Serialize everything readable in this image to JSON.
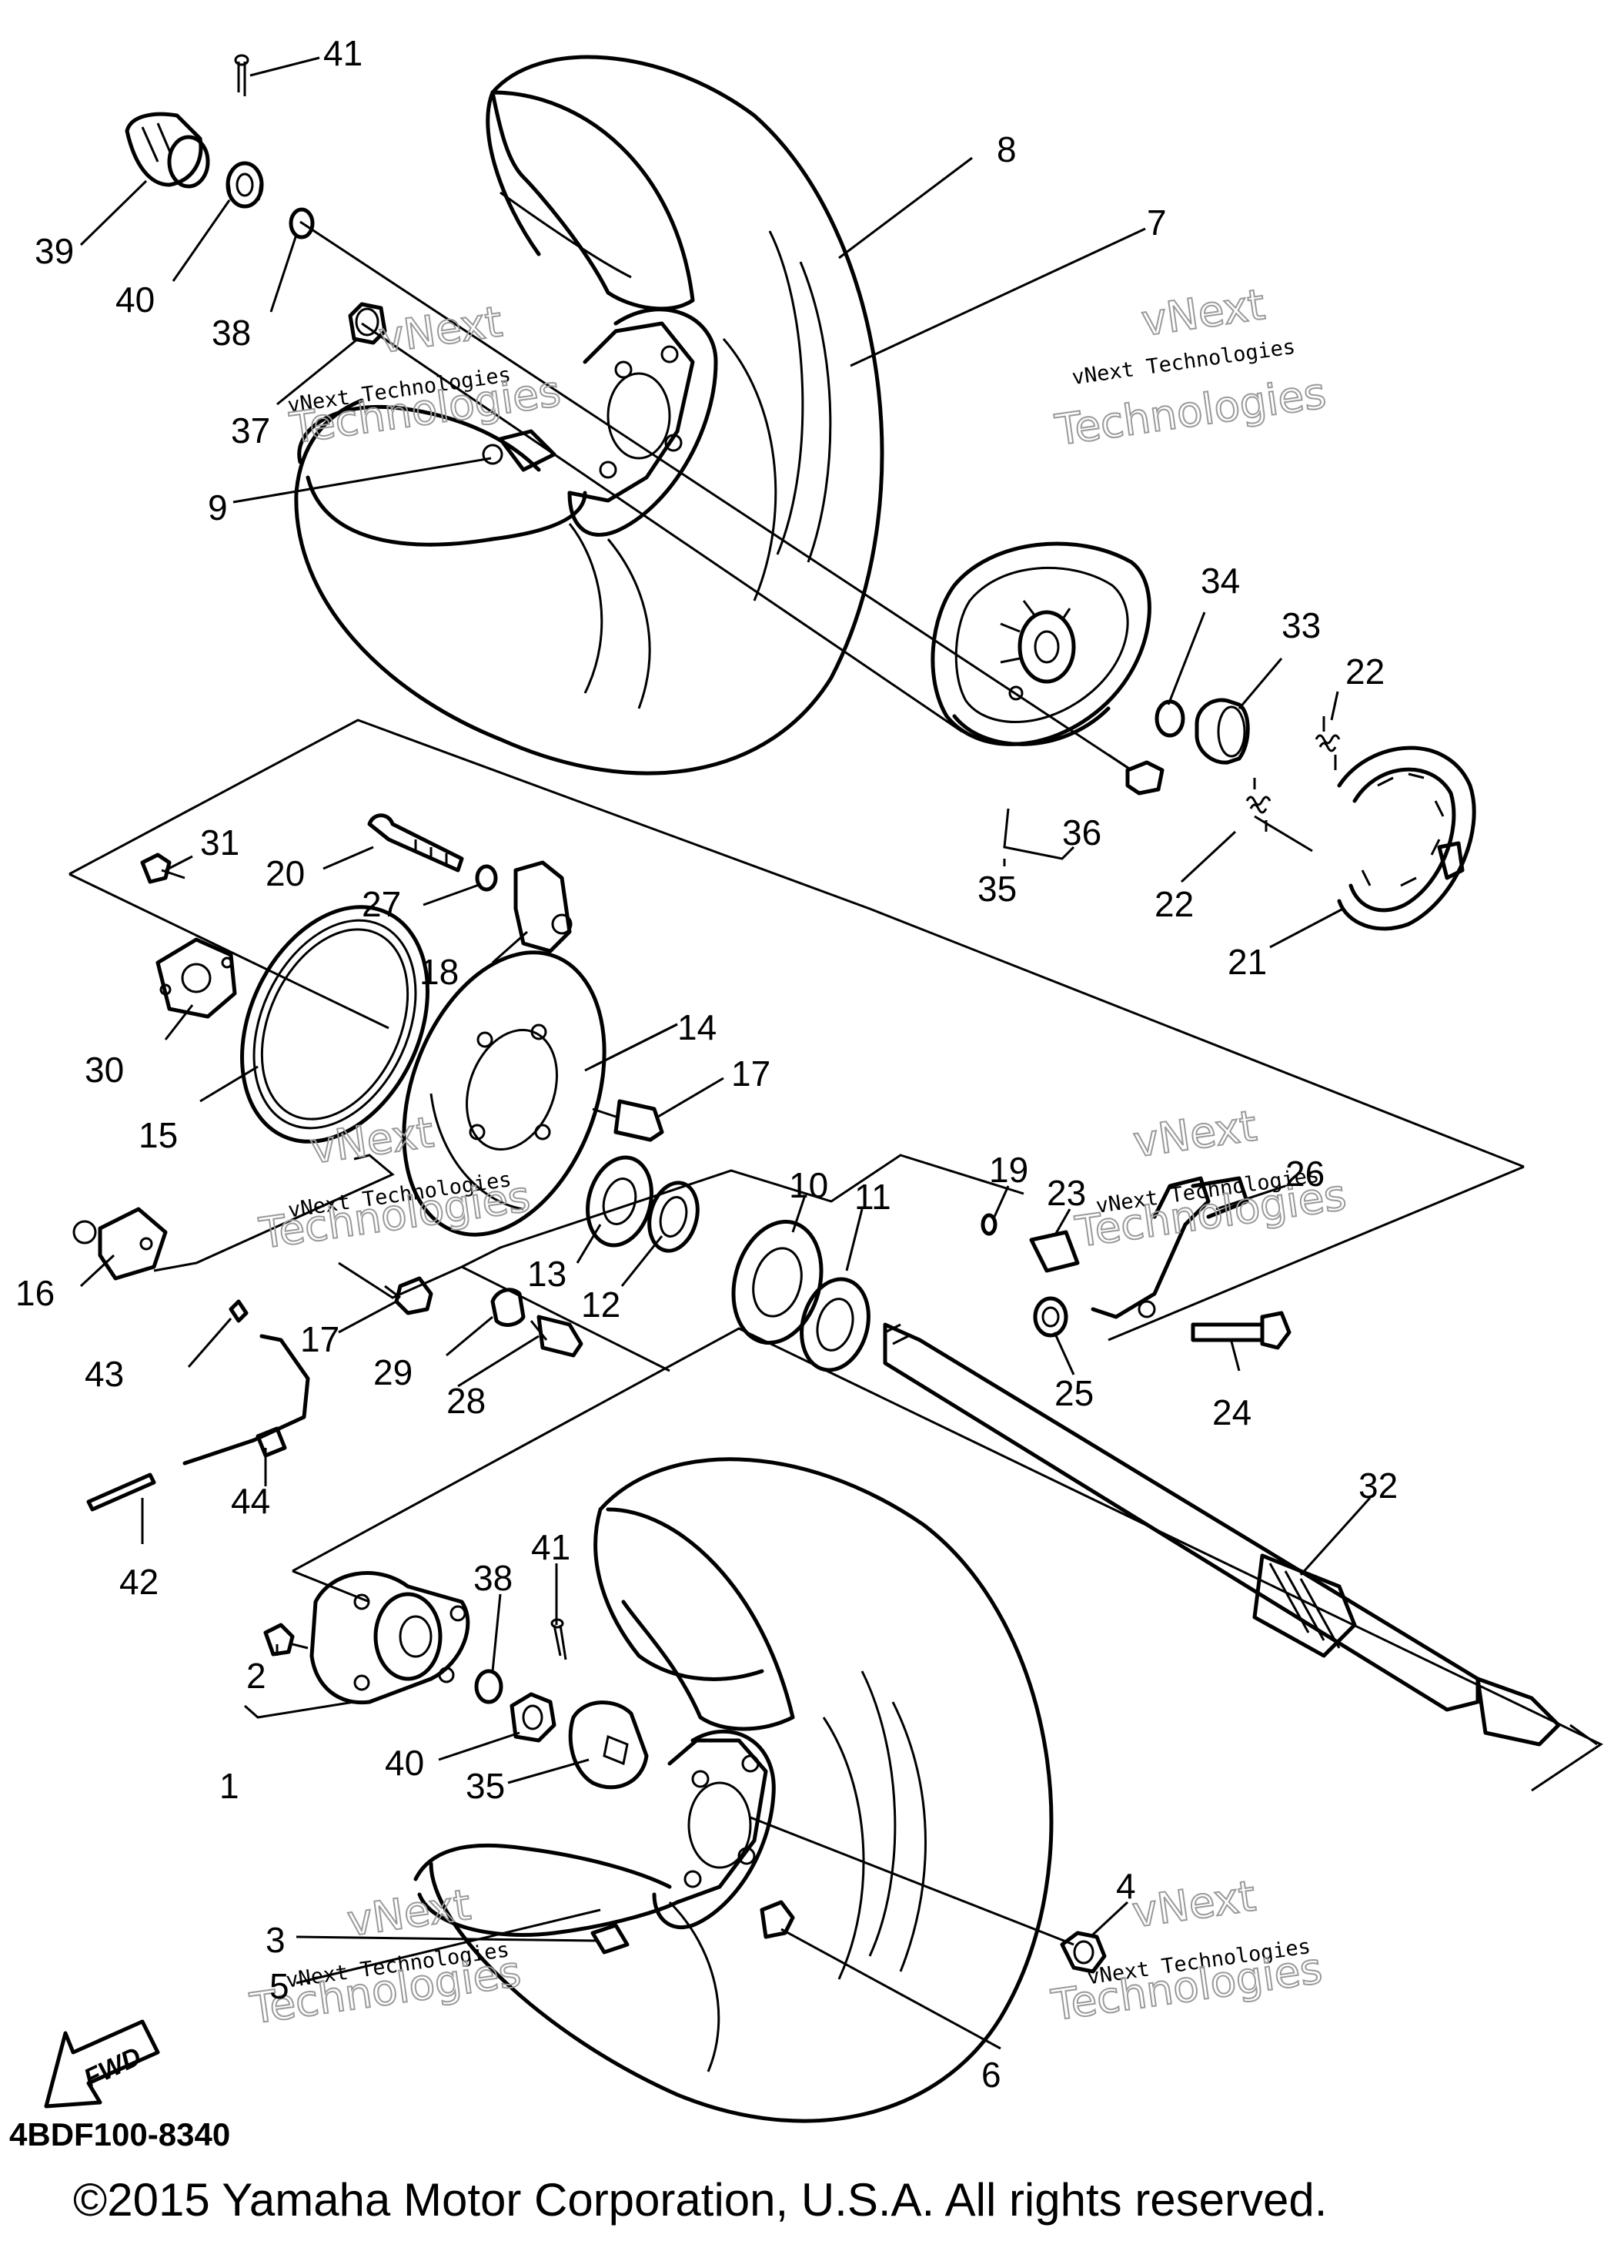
{
  "diagram_code": "4BDF100-8340",
  "copyright": "©2015 Yamaha Motor Corporation, U.S.A. All rights reserved.",
  "fwd_label": "FWD",
  "watermark": {
    "line1": "vNext Technologies",
    "line2a": "vNext",
    "line2b": "Technologies"
  },
  "parts": [
    "1",
    "2",
    "3",
    "4",
    "5",
    "6",
    "7",
    "8",
    "9",
    "10",
    "11",
    "12",
    "13",
    "14",
    "15",
    "16",
    "17",
    "18",
    "19",
    "20",
    "21",
    "22",
    "23",
    "24",
    "25",
    "26",
    "27",
    "28",
    "29",
    "30",
    "31",
    "32",
    "33",
    "34",
    "35",
    "36",
    "37",
    "38",
    "39",
    "40",
    "41",
    "42",
    "43",
    "44"
  ],
  "labels": {
    "l41a": "41",
    "l39": "39",
    "l40a": "40",
    "l38a": "38",
    "l37": "37",
    "l9": "9",
    "l8": "8",
    "l7": "7",
    "l34": "34",
    "l33": "33",
    "l22a": "22",
    "l36": "36",
    "l35a": "35",
    "l22b": "22",
    "l21": "21",
    "l31": "31",
    "l20": "20",
    "l27": "27",
    "l18": "18",
    "l30": "30",
    "l15": "15",
    "l14": "14",
    "l17a": "17",
    "l16": "16",
    "l10": "10",
    "l11": "11",
    "l19": "19",
    "l23": "23",
    "l26": "26",
    "l13": "13",
    "l12": "12",
    "l43": "43",
    "l17b": "17",
    "l29": "29",
    "l28": "28",
    "l25": "25",
    "l24": "24",
    "l32": "32",
    "l44": "44",
    "l42": "42",
    "l41b": "41",
    "l38b": "38",
    "l2": "2",
    "l1": "1",
    "l40b": "40",
    "l35b": "35",
    "l4": "4",
    "l3": "3",
    "l5": "5",
    "l6": "6"
  }
}
